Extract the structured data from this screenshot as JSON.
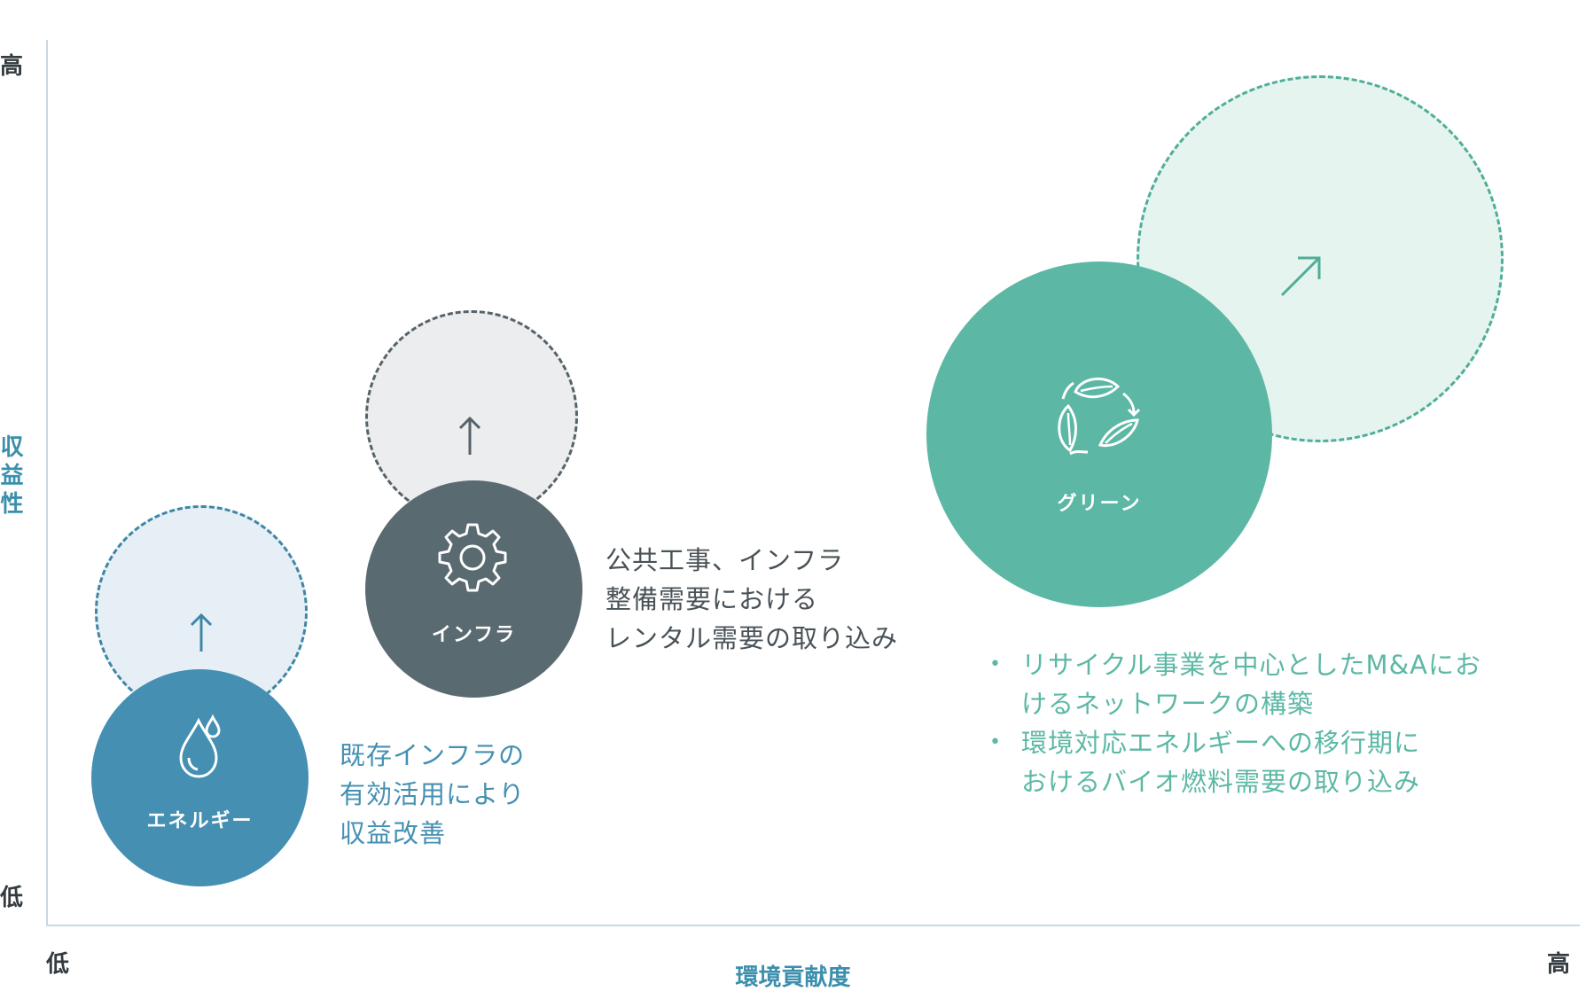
{
  "axes": {
    "y_title": "収益性",
    "y_high": "高",
    "y_low": "低",
    "x_title": "環境貢献度",
    "x_low": "低",
    "x_high": "高"
  },
  "segments": {
    "energy": {
      "label": "エネルギー",
      "icon": "water-drop-icon",
      "color": "#4590b2",
      "ghost_color": "#e6eff5",
      "description": [
        "既存インフラの",
        "有効活用により",
        "収益改善"
      ]
    },
    "infra": {
      "label": "インフラ",
      "icon": "gear-icon",
      "color": "#5a6a71",
      "ghost_color": "#ebedef",
      "description": [
        "公共工事、インフラ",
        "整備需要における",
        "レンタル需要の取り込み"
      ]
    },
    "green": {
      "label": "グリーン",
      "icon": "recycle-leaves-icon",
      "color": "#5cb8a5",
      "ghost_color": "#e6f4f0",
      "bullets": [
        {
          "lines": [
            "リサイクル事業を中心としたM&Aにお",
            "けるネットワークの構築"
          ]
        },
        {
          "lines": [
            "環境対応エネルギーへの移行期に",
            "おけるバイオ燃料需要の取り込み"
          ]
        }
      ]
    }
  }
}
